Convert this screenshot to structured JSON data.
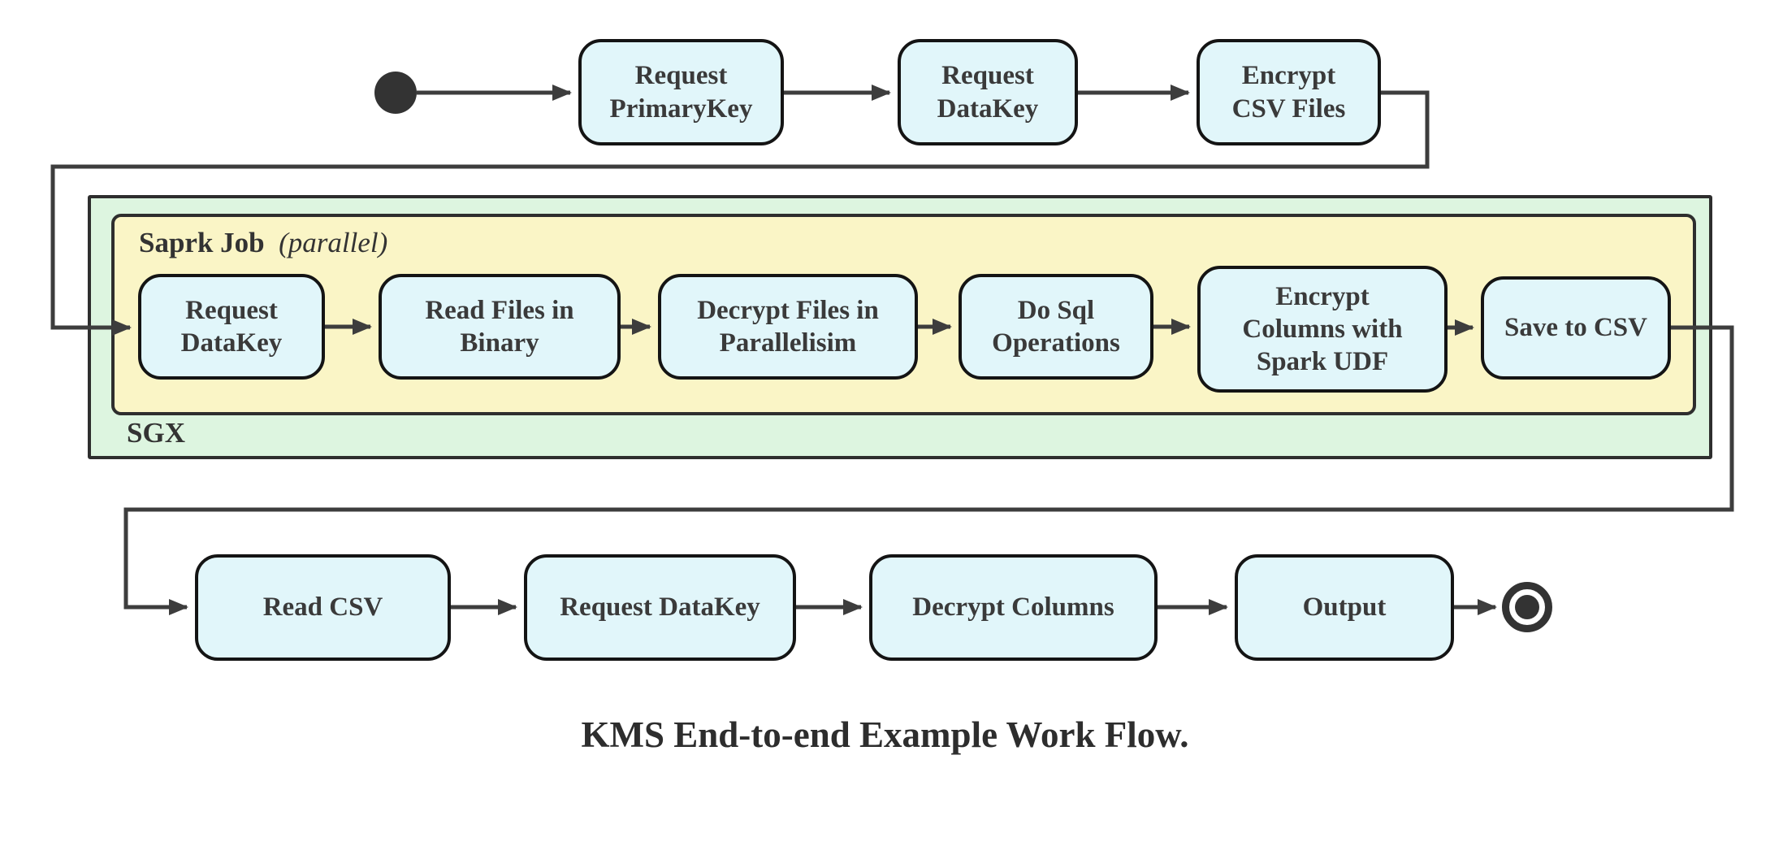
{
  "colors": {
    "node_fill": "#e1f6fa",
    "node_border": "#141414",
    "sgx_container_fill": "#ddf5e0",
    "spark_container_fill": "#faf5c6",
    "container_border": "#2e2e2e",
    "connector_line": "#3d3d3d",
    "node_text": "#3a3a3a",
    "background": "#ffffff"
  },
  "top_nodes": [
    {
      "label": "Request\nPrimaryKey"
    },
    {
      "label": "Request\nDataKey"
    },
    {
      "label": "Encrypt\nCSV Files"
    }
  ],
  "spark_group": {
    "title": "Saprk Job",
    "subtitle": "(parallel)"
  },
  "sgx_group": {
    "title": "SGX"
  },
  "spark_nodes": [
    {
      "label": "Request\nDataKey"
    },
    {
      "label": "Read Files in\nBinary"
    },
    {
      "label": "Decrypt Files in\nParallelisim"
    },
    {
      "label": "Do Sql\nOperations"
    },
    {
      "label": "Encrypt\nColumns with\nSpark UDF"
    },
    {
      "label": "Save to CSV"
    }
  ],
  "bottom_nodes": [
    {
      "label": "Read CSV"
    },
    {
      "label": "Request DataKey"
    },
    {
      "label": "Decrypt Columns"
    },
    {
      "label": "Output"
    }
  ],
  "caption": "KMS End-to-end Example Work Flow."
}
